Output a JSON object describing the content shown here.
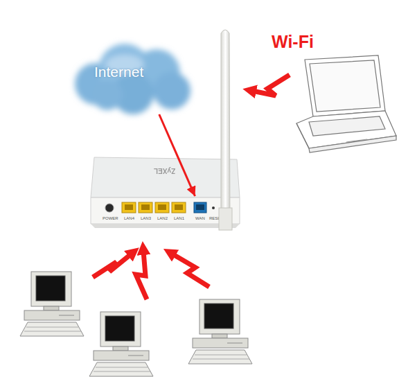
{
  "diagram": {
    "nodes": [
      {
        "text": [
          "Internet"
        ]
      },
      {
        "text": [
          "ZyXEL",
          "POWER",
          "LAN4",
          "LAN3",
          "LAN2",
          "LAN1",
          "WAN",
          "RESET"
        ]
      }
    ],
    "edges": [
      {
        "from": 0,
        "to": 1,
        "arrow": "to"
      }
    ],
    "labels": [
      "Wi-Fi"
    ]
  }
}
